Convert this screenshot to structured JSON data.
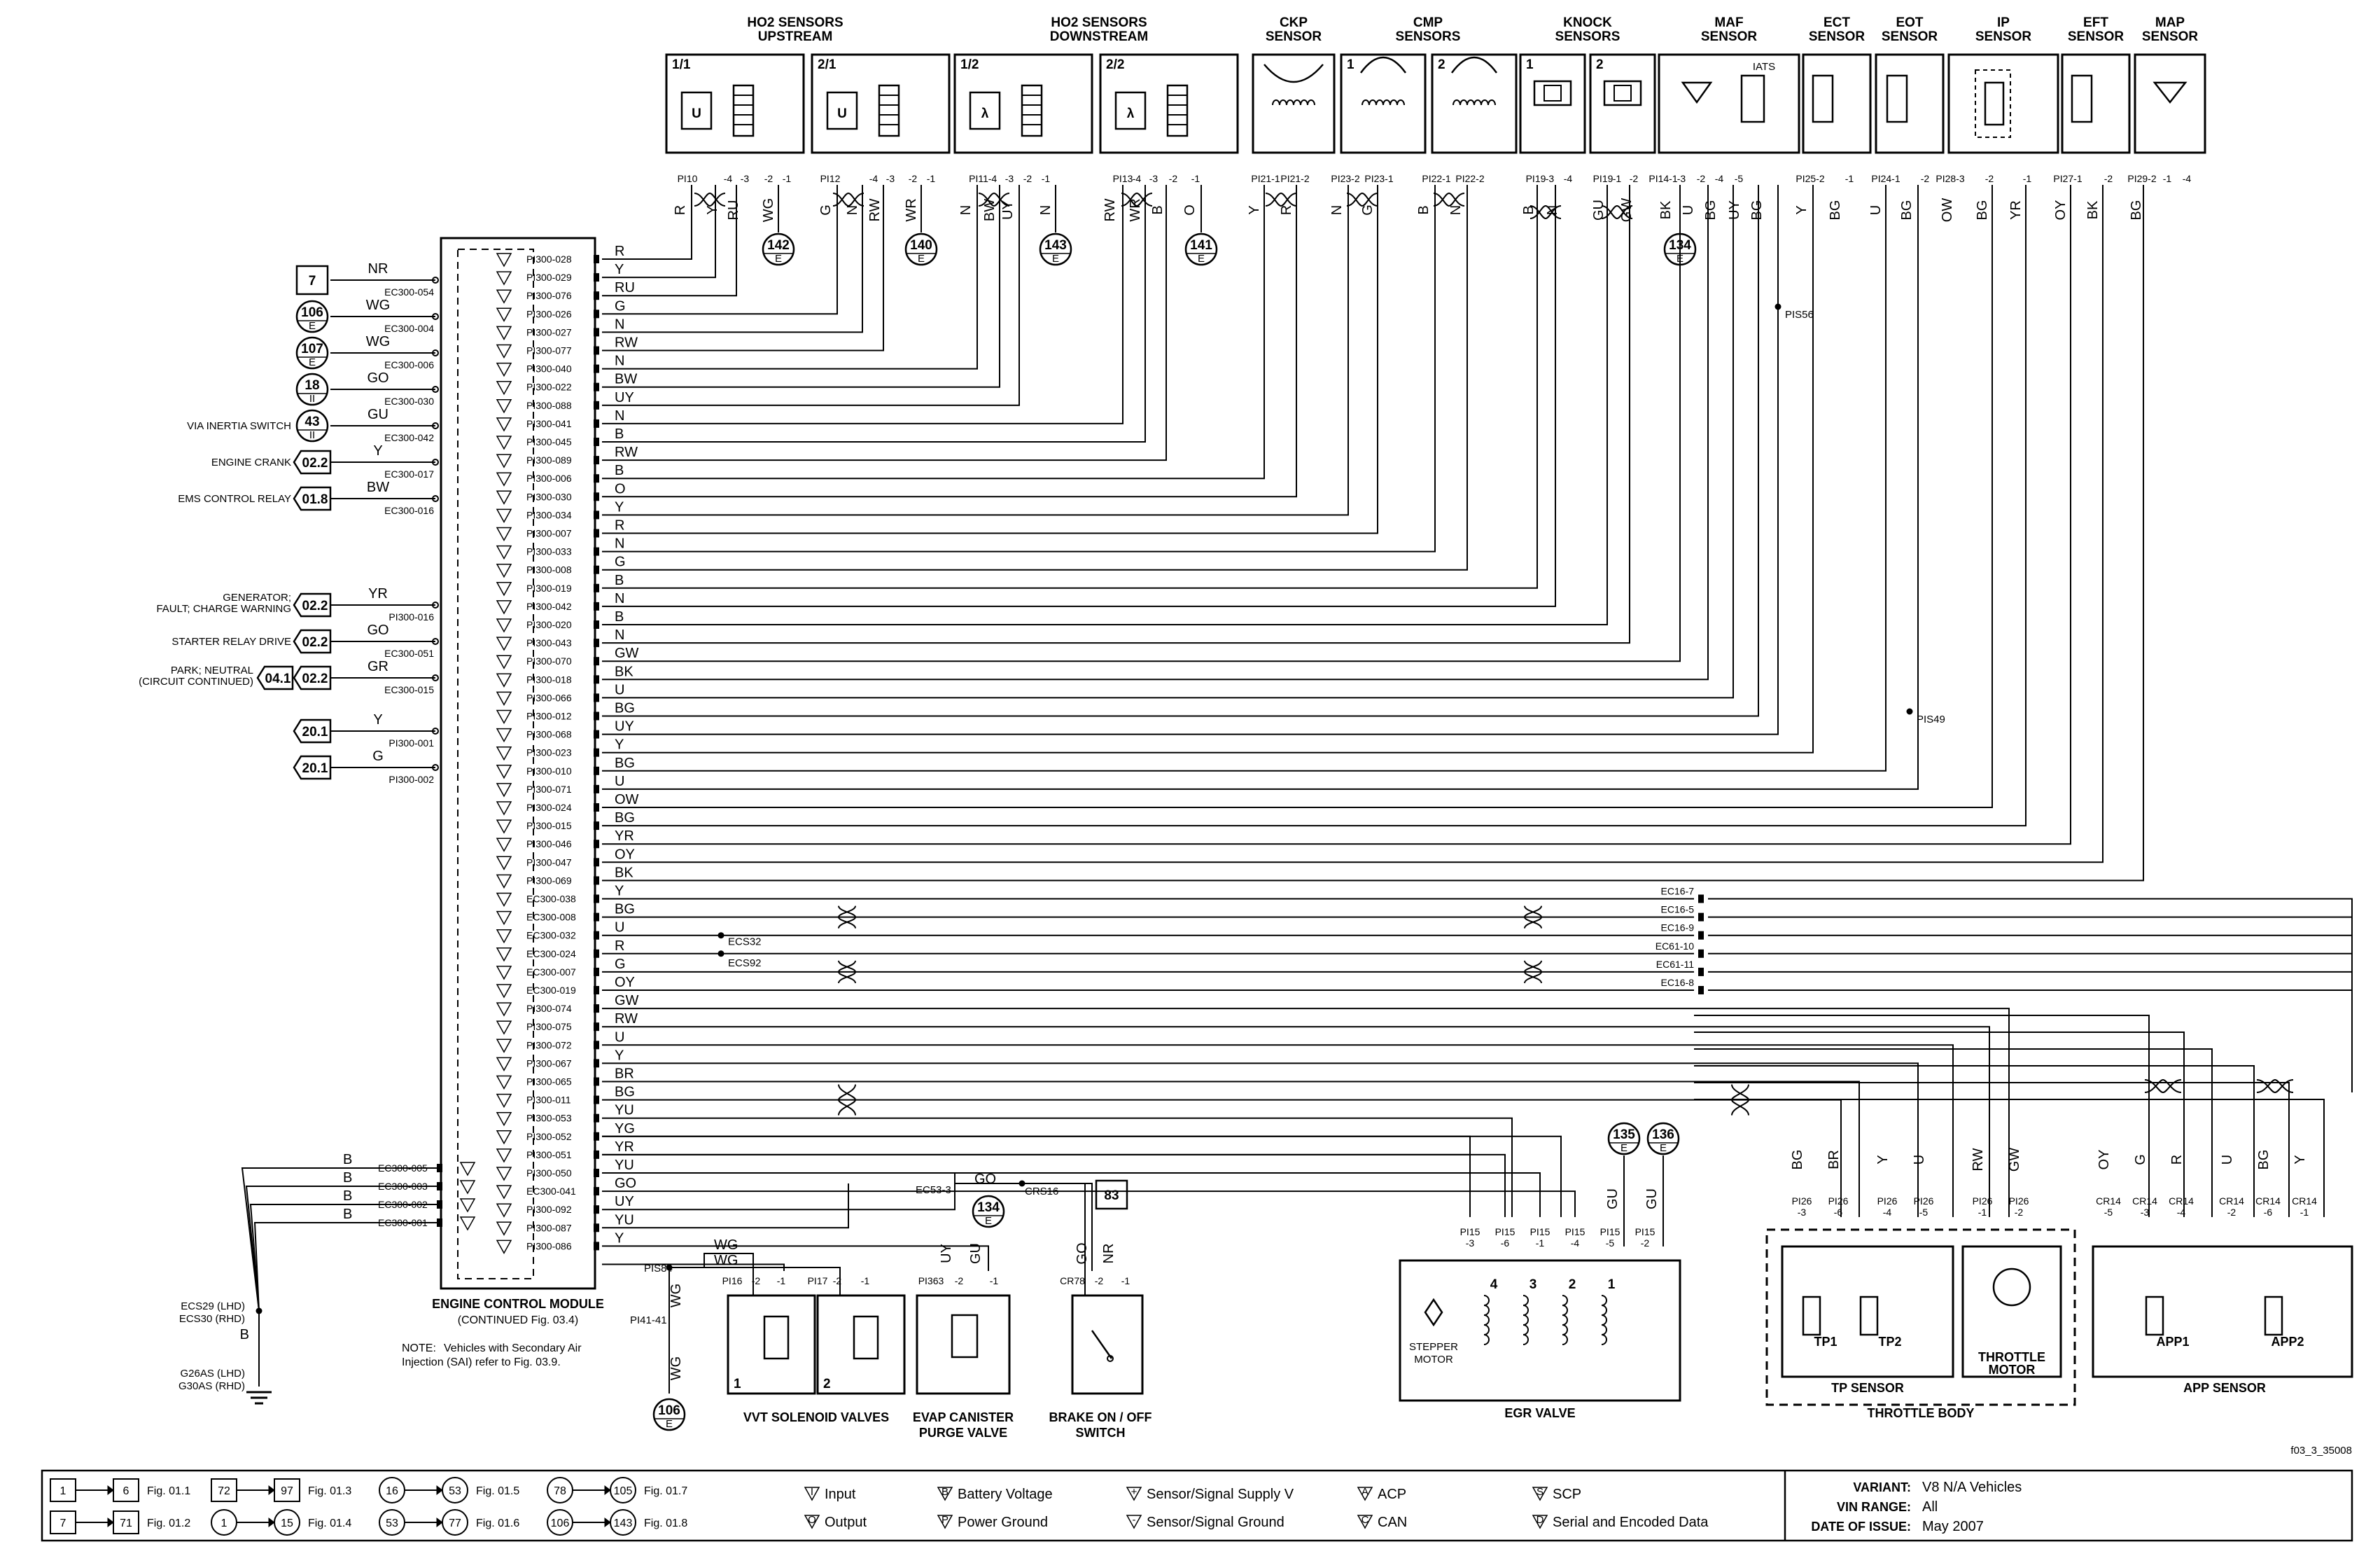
{
  "ecm": {
    "title": "ENGINE CONTROL MODULE",
    "subtitle": "(CONTINUED Fig. 03.4)",
    "pins": [
      {
        "pin": "PI300-028",
        "wire": "R"
      },
      {
        "pin": "PI300-029",
        "wire": "Y"
      },
      {
        "pin": "PI300-076",
        "wire": "RU"
      },
      {
        "pin": "PI300-026",
        "wire": "G"
      },
      {
        "pin": "PI300-027",
        "wire": "N"
      },
      {
        "pin": "PI300-077",
        "wire": "RW"
      },
      {
        "pin": "PI300-040",
        "wire": "N"
      },
      {
        "pin": "PI300-022",
        "wire": "BW"
      },
      {
        "pin": "PI300-088",
        "wire": "UY"
      },
      {
        "pin": "PI300-041",
        "wire": "N"
      },
      {
        "pin": "PI300-045",
        "wire": "B"
      },
      {
        "pin": "PI300-089",
        "wire": "RW"
      },
      {
        "pin": "PI300-006",
        "wire": "B"
      },
      {
        "pin": "PI300-030",
        "wire": "O"
      },
      {
        "pin": "PI300-034",
        "wire": "Y"
      },
      {
        "pin": "PI300-007",
        "wire": "R"
      },
      {
        "pin": "PI300-033",
        "wire": "N"
      },
      {
        "pin": "PI300-008",
        "wire": "G"
      },
      {
        "pin": "PI300-019",
        "wire": "B"
      },
      {
        "pin": "PI300-042",
        "wire": "N"
      },
      {
        "pin": "PI300-020",
        "wire": "B"
      },
      {
        "pin": "PI300-043",
        "wire": "N"
      },
      {
        "pin": "PI300-070",
        "wire": "GW"
      },
      {
        "pin": "PI300-018",
        "wire": "BK"
      },
      {
        "pin": "PI300-066",
        "wire": "U"
      },
      {
        "pin": "PI300-012",
        "wire": "BG"
      },
      {
        "pin": "PI300-068",
        "wire": "UY"
      },
      {
        "pin": "PI300-023",
        "wire": "Y"
      },
      {
        "pin": "PI300-010",
        "wire": "BG"
      },
      {
        "pin": "PI300-071",
        "wire": "U"
      },
      {
        "pin": "PI300-024",
        "wire": "OW"
      },
      {
        "pin": "PI300-015",
        "wire": "BG"
      },
      {
        "pin": "PI300-046",
        "wire": "YR"
      },
      {
        "pin": "PI300-047",
        "wire": "OY"
      },
      {
        "pin": "PI300-069",
        "wire": "BK"
      },
      {
        "pin": "EC300-038",
        "wire": "Y"
      },
      {
        "pin": "EC300-008",
        "wire": "BG"
      },
      {
        "pin": "EC300-032",
        "wire": "U"
      },
      {
        "pin": "EC300-024",
        "wire": "R"
      },
      {
        "pin": "EC300-007",
        "wire": "G"
      },
      {
        "pin": "EC300-019",
        "wire": "OY"
      },
      {
        "pin": "PI300-074",
        "wire": "GW"
      },
      {
        "pin": "PI300-075",
        "wire": "RW"
      },
      {
        "pin": "PI300-072",
        "wire": "U"
      },
      {
        "pin": "PI300-067",
        "wire": "Y"
      },
      {
        "pin": "PI300-065",
        "wire": "BR"
      },
      {
        "pin": "PI300-011",
        "wire": "BG"
      },
      {
        "pin": "PI300-053",
        "wire": "YU"
      },
      {
        "pin": "PI300-052",
        "wire": "YG"
      },
      {
        "pin": "PI300-051",
        "wire": "YR"
      },
      {
        "pin": "PI300-050",
        "wire": "YU"
      },
      {
        "pin": "EC300-041",
        "wire": "GO"
      },
      {
        "pin": "PI300-092",
        "wire": "UY"
      },
      {
        "pin": "PI300-087",
        "wire": "YU"
      },
      {
        "pin": "PI300-086",
        "wire": "Y"
      }
    ],
    "ground_pins": [
      {
        "pin": "EC300-005",
        "wire": "B"
      },
      {
        "pin": "EC300-003",
        "wire": "B"
      },
      {
        "pin": "EC300-002",
        "wire": "B"
      },
      {
        "pin": "EC300-001",
        "wire": "B"
      }
    ]
  },
  "left_connections": [
    {
      "ref": "7",
      "shape": "box",
      "wire": "NR",
      "conn": "EC300-054",
      "label": ""
    },
    {
      "ref": "106",
      "sub": "E",
      "shape": "circle",
      "wire": "WG",
      "conn": "EC300-004",
      "label": ""
    },
    {
      "ref": "107",
      "sub": "E",
      "shape": "circle",
      "wire": "WG",
      "conn": "EC300-006",
      "label": ""
    },
    {
      "ref": "18",
      "sub": "II",
      "shape": "circle",
      "wire": "GO",
      "conn": "EC300-030",
      "label": ""
    },
    {
      "ref": "43",
      "sub": "II",
      "shape": "circle",
      "wire": "GU",
      "conn": "EC300-042",
      "label": "VIA INERTIA SWITCH"
    },
    {
      "ref": "02.2",
      "shape": "tag",
      "wire": "Y",
      "conn": "EC300-017",
      "label": "ENGINE CRANK"
    },
    {
      "ref": "01.8",
      "shape": "tag",
      "wire": "BW",
      "conn": "EC300-016",
      "label": "EMS CONTROL RELAY"
    },
    {
      "ref": "02.2",
      "shape": "tag",
      "wire": "YR",
      "conn": "PI300-016",
      "label": "GENERATOR;",
      "label2": "FAULT; CHARGE WARNING"
    },
    {
      "ref": "02.2",
      "shape": "tag",
      "wire": "GO",
      "conn": "EC300-051",
      "label": "STARTER RELAY DRIVE"
    },
    {
      "ref": "02.2",
      "ref2": "04.1",
      "shape": "tag2",
      "wire": "GR",
      "conn": "EC300-015",
      "label": "PARK; NEUTRAL",
      "label2": "(CIRCUIT CONTINUED)"
    },
    {
      "ref": "20.1",
      "shape": "tag",
      "wire": "Y",
      "conn": "PI300-001",
      "label": ""
    },
    {
      "ref": "20.1",
      "shape": "tag",
      "wire": "G",
      "conn": "PI300-002",
      "label": ""
    }
  ],
  "top_sensors": {
    "ho2_up": {
      "title": "HO2 SENSORS",
      "title2": "UPSTREAM",
      "units": [
        "1/1",
        "2/1"
      ]
    },
    "ho2_down": {
      "title": "HO2 SENSORS",
      "title2": "DOWNSTREAM",
      "units": [
        "1/2",
        "2/2"
      ]
    },
    "ckp": {
      "title": "CKP",
      "title2": "SENSOR"
    },
    "cmp": {
      "title": "CMP",
      "title2": "SENSORS",
      "units": [
        "1",
        "2"
      ]
    },
    "knock": {
      "title": "KNOCK",
      "title2": "SENSORS",
      "units": [
        "1",
        "2"
      ]
    },
    "maf": {
      "title": "MAF",
      "title2": "SENSOR",
      "iats": "IATS"
    },
    "ect": {
      "title": "ECT",
      "title2": "SENSOR"
    },
    "eot": {
      "title": "EOT",
      "title2": "SENSOR"
    },
    "ip": {
      "title": "IP",
      "title2": "SENSOR"
    },
    "eft": {
      "title": "EFT",
      "title2": "SENSOR"
    },
    "map": {
      "title": "MAP",
      "title2": "SENSOR"
    },
    "pins": [
      "PI10",
      "-4",
      "-3",
      "-2",
      "-1",
      "PI12",
      "-4",
      "-3",
      "-2",
      "-1",
      "PI11",
      "-4",
      "-3",
      "-2",
      "-1",
      "PI13",
      "-4",
      "-3",
      "-2",
      "-1",
      "PI21-1",
      "PI21-2",
      "PI23-2",
      "PI23-1",
      "PI22-1",
      "PI22-2",
      "PI19",
      "-3",
      "-4",
      "PI19",
      "-1",
      "-2",
      "PI14-1",
      "-3",
      "-2",
      "-4",
      "-5",
      "PI25-2",
      "-1",
      "PI24-1",
      "-2",
      "PI28-3",
      "-2",
      "-1",
      "PI27-1",
      "-2",
      "PI29-2",
      "-1",
      "-4"
    ],
    "wires": [
      "R",
      "Y",
      "RU",
      "WG",
      "G",
      "N",
      "RW",
      "WR",
      "N",
      "BW",
      "UY",
      "N",
      "RW",
      "WR",
      "B",
      "O",
      "Y",
      "R",
      "N",
      "G",
      "B",
      "N",
      "B",
      "N",
      "GU",
      "GW",
      "BK",
      "U",
      "BG",
      "UY",
      "BG",
      "Y",
      "BG",
      "U",
      "BG",
      "OW",
      "BG",
      "YR",
      "OY",
      "BK",
      "BG"
    ],
    "circle_refs": [
      {
        "ref": "142",
        "sub": "E"
      },
      {
        "ref": "140",
        "sub": "E"
      },
      {
        "ref": "143",
        "sub": "E"
      },
      {
        "ref": "141",
        "sub": "E"
      },
      {
        "ref": "134",
        "sub": "E"
      }
    ],
    "splices": [
      "PIS56",
      "PIS49"
    ]
  },
  "middle_connectors": {
    "splices": [
      "ECS32",
      "ECS92"
    ],
    "ec_pins": [
      "EC16-7",
      "EC16-5",
      "EC16-9",
      "EC61-10",
      "EC61-11",
      "EC16-8"
    ]
  },
  "bottom": {
    "vvt": {
      "title": "VVT SOLENOID VALVES",
      "pis": "PIS84",
      "pi41": "PI41-41",
      "wires": [
        "WG",
        "WG",
        "WG",
        "WG"
      ],
      "pins": [
        "PI16",
        "-2",
        "-1",
        "PI17",
        "-2",
        "-1"
      ],
      "units": [
        "1",
        "2"
      ],
      "ref": {
        "ref": "106",
        "sub": "E"
      }
    },
    "evap": {
      "title": "EVAP CANISTER",
      "title2": "PURGE VALVE",
      "pins": [
        "PI363",
        "-2",
        "-1"
      ],
      "wires": [
        "UY",
        "GU"
      ],
      "ref": {
        "ref": "134",
        "sub": "E"
      }
    },
    "brake": {
      "title": "BRAKE ON / OFF",
      "title2": "SWITCH",
      "pins": [
        "CR78",
        "-2",
        "-1"
      ],
      "wires": [
        "GO",
        "NR"
      ],
      "ref": "83",
      "ec53": "EC53-3",
      "crs16": "CRS16",
      "wire_go": "GO"
    },
    "egr": {
      "title": "EGR VALVE",
      "motor": "STEPPER",
      "motor2": "MOTOR",
      "coils": [
        "4",
        "3",
        "2",
        "1"
      ],
      "pins": [
        "PI15",
        "-3",
        "PI15",
        "-6",
        "PI15",
        "-1",
        "PI15",
        "-4",
        "PI15",
        "-5",
        "PI15",
        "-2"
      ],
      "wires": [
        "GU",
        "GU"
      ],
      "refs": [
        {
          "ref": "135",
          "sub": "E"
        },
        {
          "ref": "136",
          "sub": "E"
        }
      ]
    },
    "throttle": {
      "title": "THROTTLE BODY",
      "tp": "TP SENSOR",
      "tp1": "TP1",
      "tp2": "TP2",
      "motor": "THROTTLE",
      "motor2": "MOTOR",
      "pins": [
        "PI26",
        "-3",
        "PI26",
        "-6",
        "PI26",
        "-4",
        "PI26",
        "-5",
        "PI26",
        "-1",
        "PI26",
        "-2"
      ],
      "wires": [
        "BG",
        "BR",
        "Y",
        "U",
        "RW",
        "GW"
      ]
    },
    "app": {
      "title": "APP SENSOR",
      "app1": "APP1",
      "app2": "APP2",
      "pins": [
        "CR14",
        "-5",
        "CR14",
        "-3",
        "CR14",
        "-4",
        "CR14",
        "-2",
        "CR14",
        "-6",
        "CR14",
        "-1"
      ],
      "wires": [
        "OY",
        "G",
        "R",
        "U",
        "BG",
        "Y"
      ]
    },
    "ground": {
      "splice1": "ECS29 (LHD)",
      "splice2": "ECS30 (RHD)",
      "wire": "B",
      "g1": "G26AS (LHD)",
      "g2": "G30AS (RHD)"
    },
    "note_bold": "NOTE:",
    "note": "Vehicles with Secondary Air",
    "note2": "Injection (SAI) refer to Fig. 03.9.",
    "fig_code": "f03_3_35008"
  },
  "legend": {
    "figs": [
      {
        "a": "1",
        "b": "6",
        "fig": "Fig. 01.1",
        "shape": "box"
      },
      {
        "a": "7",
        "b": "71",
        "fig": "Fig. 01.2",
        "shape": "box"
      },
      {
        "a": "72",
        "b": "97",
        "fig": "Fig. 01.3",
        "shape": "box"
      },
      {
        "a": "1",
        "b": "15",
        "fig": "Fig. 01.4",
        "shape": "circle"
      },
      {
        "a": "16",
        "b": "53",
        "fig": "Fig. 01.5",
        "shape": "circle"
      },
      {
        "a": "53",
        "b": "77",
        "fig": "Fig. 01.6",
        "shape": "circle"
      },
      {
        "a": "78",
        "b": "105",
        "fig": "Fig. 01.7",
        "shape": "circle"
      },
      {
        "a": "106",
        "b": "143",
        "fig": "Fig. 01.8",
        "shape": "circle"
      }
    ],
    "symbols": [
      {
        "sym": "I",
        "label": "Input"
      },
      {
        "sym": "O",
        "label": "Output"
      },
      {
        "sym": "B",
        "label": "Battery Voltage"
      },
      {
        "sym": "P",
        "label": "Power Ground"
      },
      {
        "sym": "+",
        "label": "Sensor/Signal Supply V"
      },
      {
        "sym": "-",
        "label": "Sensor/Signal Ground"
      },
      {
        "sym": "A",
        "label": "ACP"
      },
      {
        "sym": "C",
        "label": "CAN"
      },
      {
        "sym": "S",
        "label": "SCP"
      },
      {
        "sym": "D",
        "label": "Serial and Encoded Data"
      }
    ],
    "variant_label": "VARIANT:",
    "variant": "V8 N/A Vehicles",
    "vin_label": "VIN RANGE:",
    "vin": "All",
    "date_label": "DATE OF ISSUE:",
    "date": "May 2007"
  }
}
